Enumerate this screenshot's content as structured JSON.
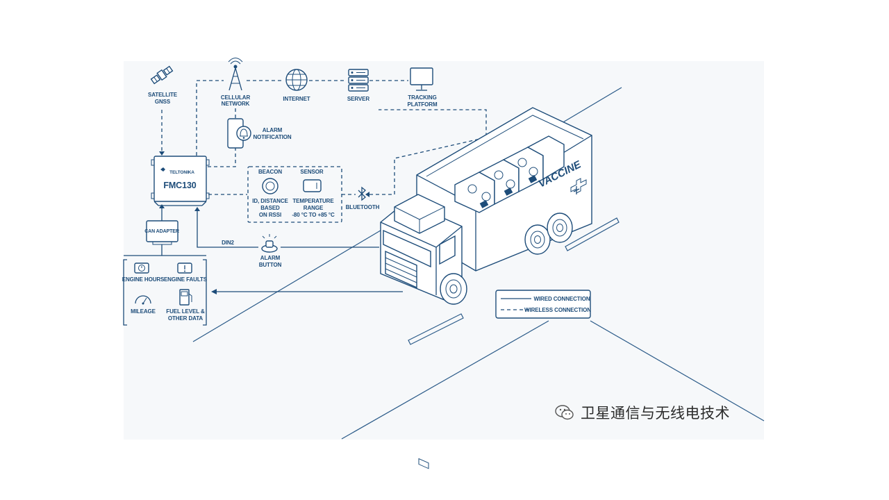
{
  "device": {
    "brand": "TELTONIKA",
    "model": "FMC130"
  },
  "nodes": {
    "satellite": [
      "SATELLITE",
      "GNSS"
    ],
    "cellular": [
      "CELLULAR",
      "NETWORK"
    ],
    "internet": [
      "INTERNET"
    ],
    "server": [
      "SERVER"
    ],
    "tracking": [
      "TRACKING",
      "PLATFORM"
    ],
    "alarm_notification": [
      "ALARM",
      "NOTIFICATION"
    ],
    "beacon_title": "BEACON",
    "beacon_desc": [
      "ID, DISTANCE",
      "BASED",
      "ON RSSI"
    ],
    "sensor_title": "SENSOR",
    "sensor_desc": [
      "TEMPERATURE",
      "RANGE",
      "-80 °C TO +85 °C"
    ],
    "bluetooth": "BLUETOOTH",
    "can_adapter": "CAN ADAPTER",
    "din2": "DIN2",
    "alarm_button": [
      "ALARM",
      "BUTTON"
    ],
    "engine_hours": "ENGINE HOURS",
    "engine_faults": "ENGINE FAULTS",
    "mileage": "MILEAGE",
    "fuel": [
      "FUEL LEVEL &",
      "OTHER DATA"
    ]
  },
  "truck_label": "VACCINE",
  "legend": {
    "wired": "WIRED CONNECTION",
    "wireless": "WIRELESS CONNECTION"
  },
  "watermark": "卫星通信与无线电技术",
  "colors": {
    "primary": "#1d4c79",
    "panel": "#f6f8fa"
  }
}
